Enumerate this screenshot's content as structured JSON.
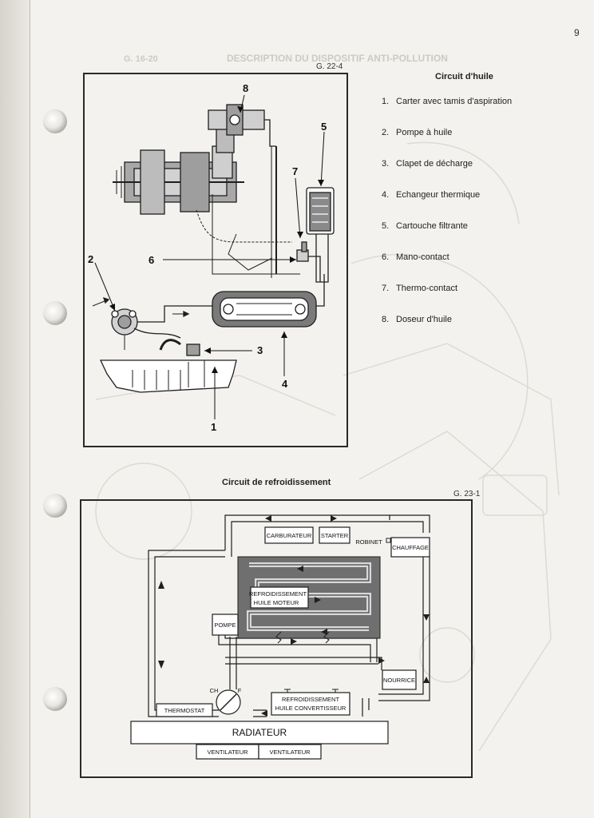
{
  "page": {
    "number": "9"
  },
  "background_ghost": {
    "code": "G. 16-20",
    "heading": "DESCRIPTION DU DISPOSITIF ANTI-POLLUTION"
  },
  "oil_circuit": {
    "figure_ref": "G. 22-4",
    "title": "Circuit d'huile",
    "callouts": [
      "1",
      "2",
      "3",
      "4",
      "5",
      "6",
      "7",
      "8"
    ],
    "legend": [
      {
        "num": "1.",
        "label": "Carter avec tamis d'aspiration"
      },
      {
        "num": "2.",
        "label": "Pompe à huile"
      },
      {
        "num": "3.",
        "label": "Clapet de décharge"
      },
      {
        "num": "4.",
        "label": "Echangeur thermique"
      },
      {
        "num": "5.",
        "label": "Cartouche filtrante"
      },
      {
        "num": "6.",
        "label": "Mano-contact"
      },
      {
        "num": "7.",
        "label": "Thermo-contact"
      },
      {
        "num": "8.",
        "label": "Doseur d'huile"
      }
    ]
  },
  "cooling_circuit": {
    "title": "Circuit de refroidissement",
    "figure_ref": "G. 23-1",
    "boxes": {
      "carburateur": "CARBURATEUR",
      "starter": "STARTER",
      "robinet": "ROBINET",
      "chauffage": "CHAUFFAGE",
      "engine_line1": "REFROIDISSEMENT",
      "engine_line2": "HUILE  MOTEUR",
      "pompe": "POMPE",
      "nourrice": "NOURRICE",
      "thermostat": "THERMOSTAT",
      "ch": "CH",
      "f": "F",
      "converter_line1": "REFROIDISSEMENT",
      "converter_line2": "HUILE  CONVERTISSEUR",
      "radiateur": "RADIATEUR",
      "ventilateur_1": "VENTILATEUR",
      "ventilateur_2": "VENTILATEUR"
    }
  }
}
